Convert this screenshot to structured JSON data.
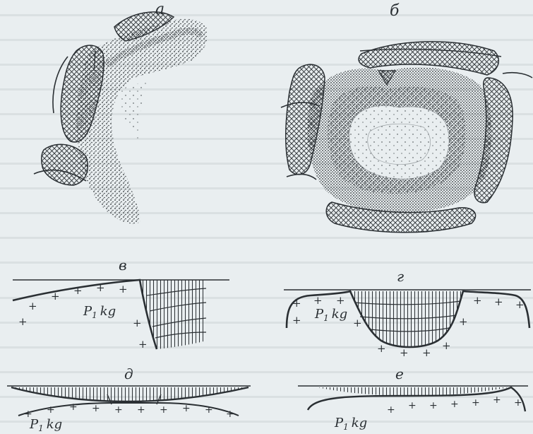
{
  "figure": {
    "background_color": "#e9eef0",
    "ink_color": "#2a2f33",
    "panels": [
      {
        "id": "a",
        "label": "а",
        "kind": "plan-view",
        "form": "curved elongated dune (arc-shaped)"
      },
      {
        "id": "b",
        "label": "б",
        "kind": "plan-view",
        "form": "closed concentric basin (heart-shaped)"
      },
      {
        "id": "v",
        "label": "в",
        "kind": "cross-section",
        "formation_label": "P1kg"
      },
      {
        "id": "g",
        "label": "г",
        "kind": "cross-section",
        "formation_label": "P1kg"
      },
      {
        "id": "d",
        "label": "д",
        "kind": "cross-section",
        "formation_label": "P1kg"
      },
      {
        "id": "e",
        "label": "е",
        "kind": "cross-section",
        "formation_label": "P1kg"
      }
    ],
    "formation": {
      "main": "P",
      "sub": "1",
      "suffix": "kg"
    },
    "hatch_symbol": "+"
  }
}
